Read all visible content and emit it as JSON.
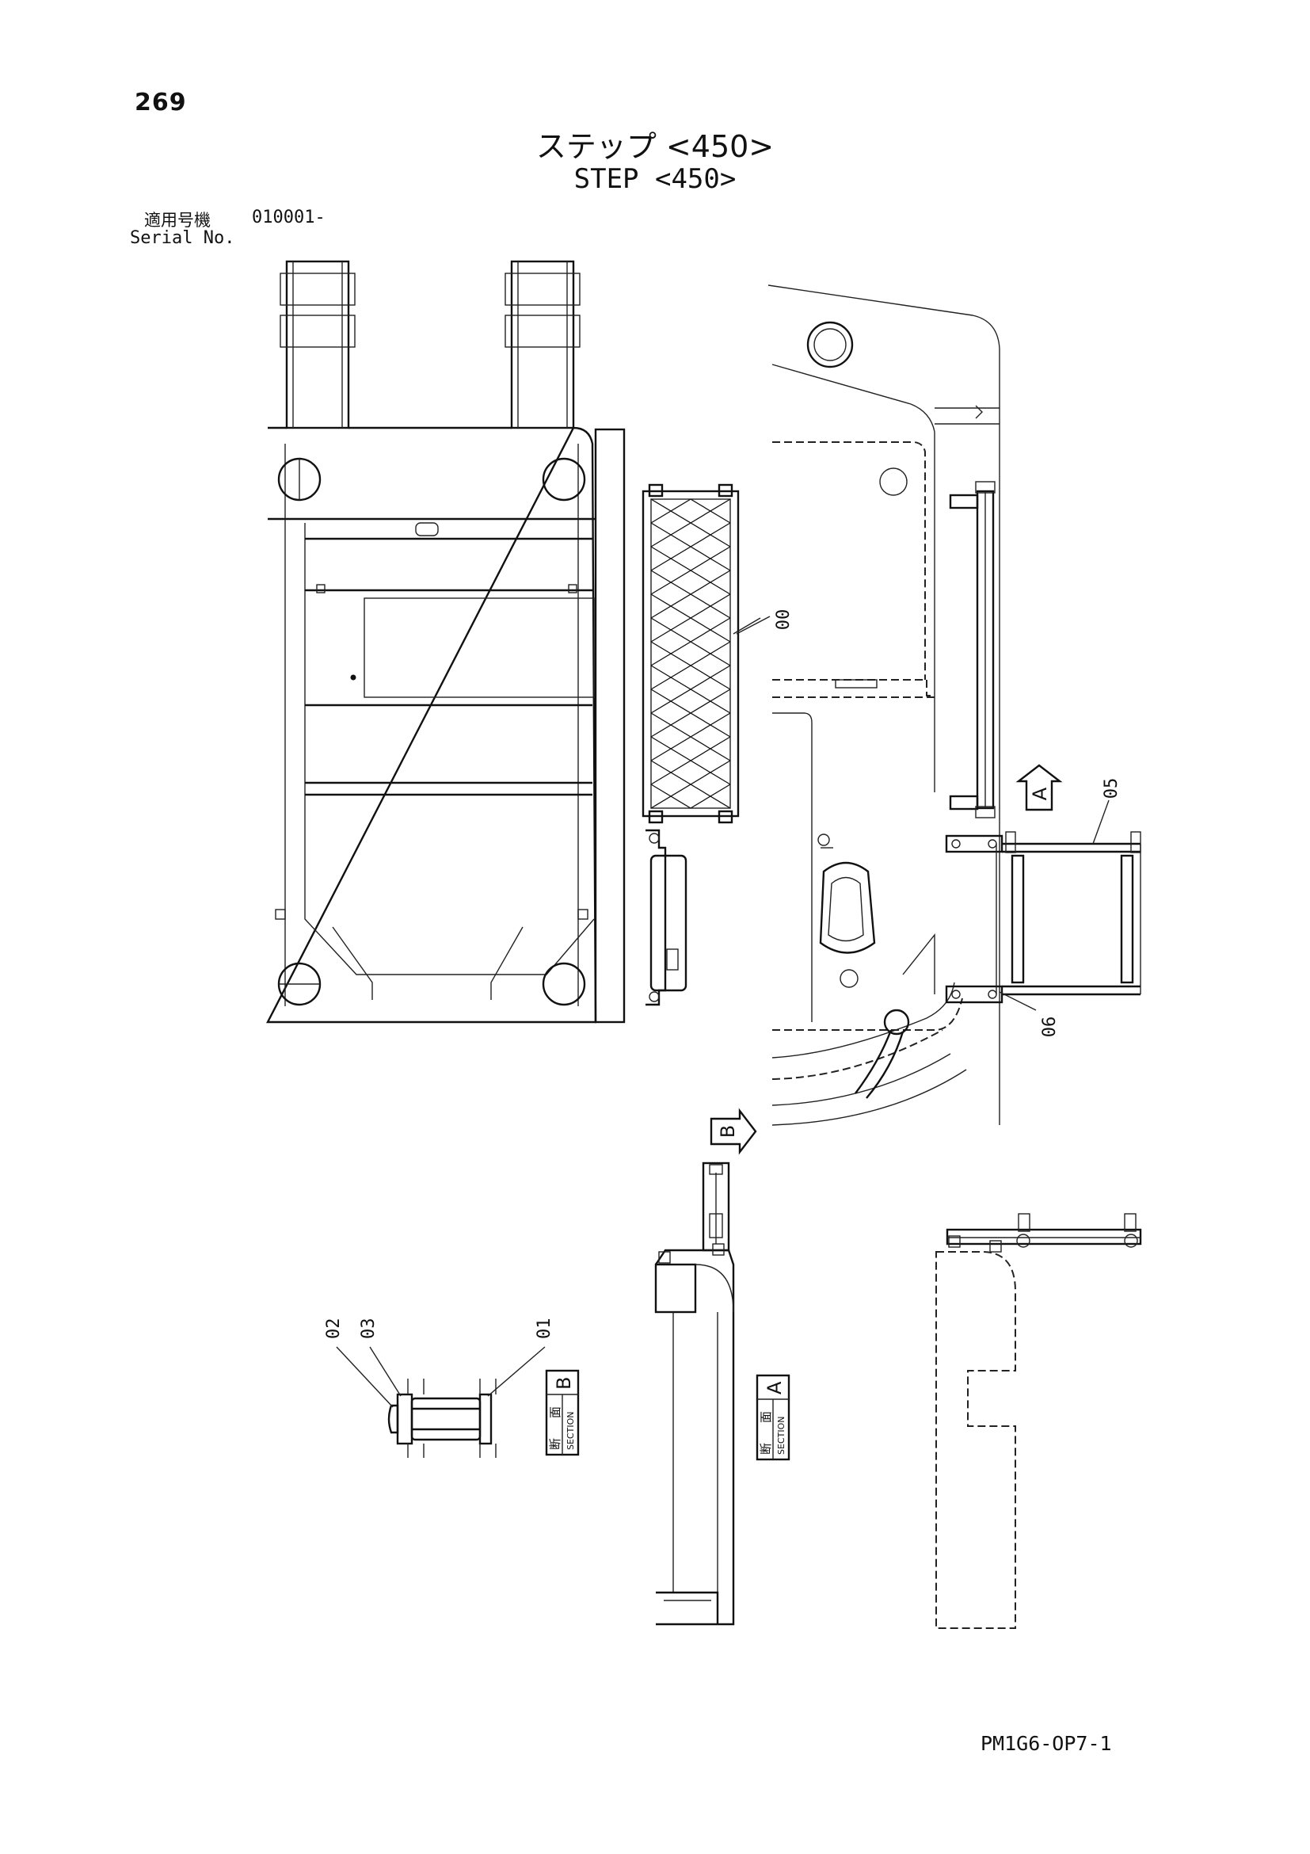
{
  "page_number": "269",
  "title": {
    "jp": "ステップ <450>",
    "en": "STEP <450>"
  },
  "serial": {
    "jp_label": "適用号機",
    "value": "010001-",
    "en_label": "Serial No."
  },
  "callouts": {
    "c00": "00",
    "c01": "01",
    "c02": "02",
    "c03": "03",
    "c05": "05",
    "c06": "06"
  },
  "view_arrows": {
    "a": "A",
    "b": "B"
  },
  "sections": {
    "a": {
      "letter": "A",
      "kanji_1": "断",
      "kanji_2": "面",
      "word": "SECTION"
    },
    "b": {
      "letter": "B",
      "kanji_1": "断",
      "kanji_2": "面",
      "word": "SECTION"
    }
  },
  "document_code": "PM1G6-OP7-1"
}
